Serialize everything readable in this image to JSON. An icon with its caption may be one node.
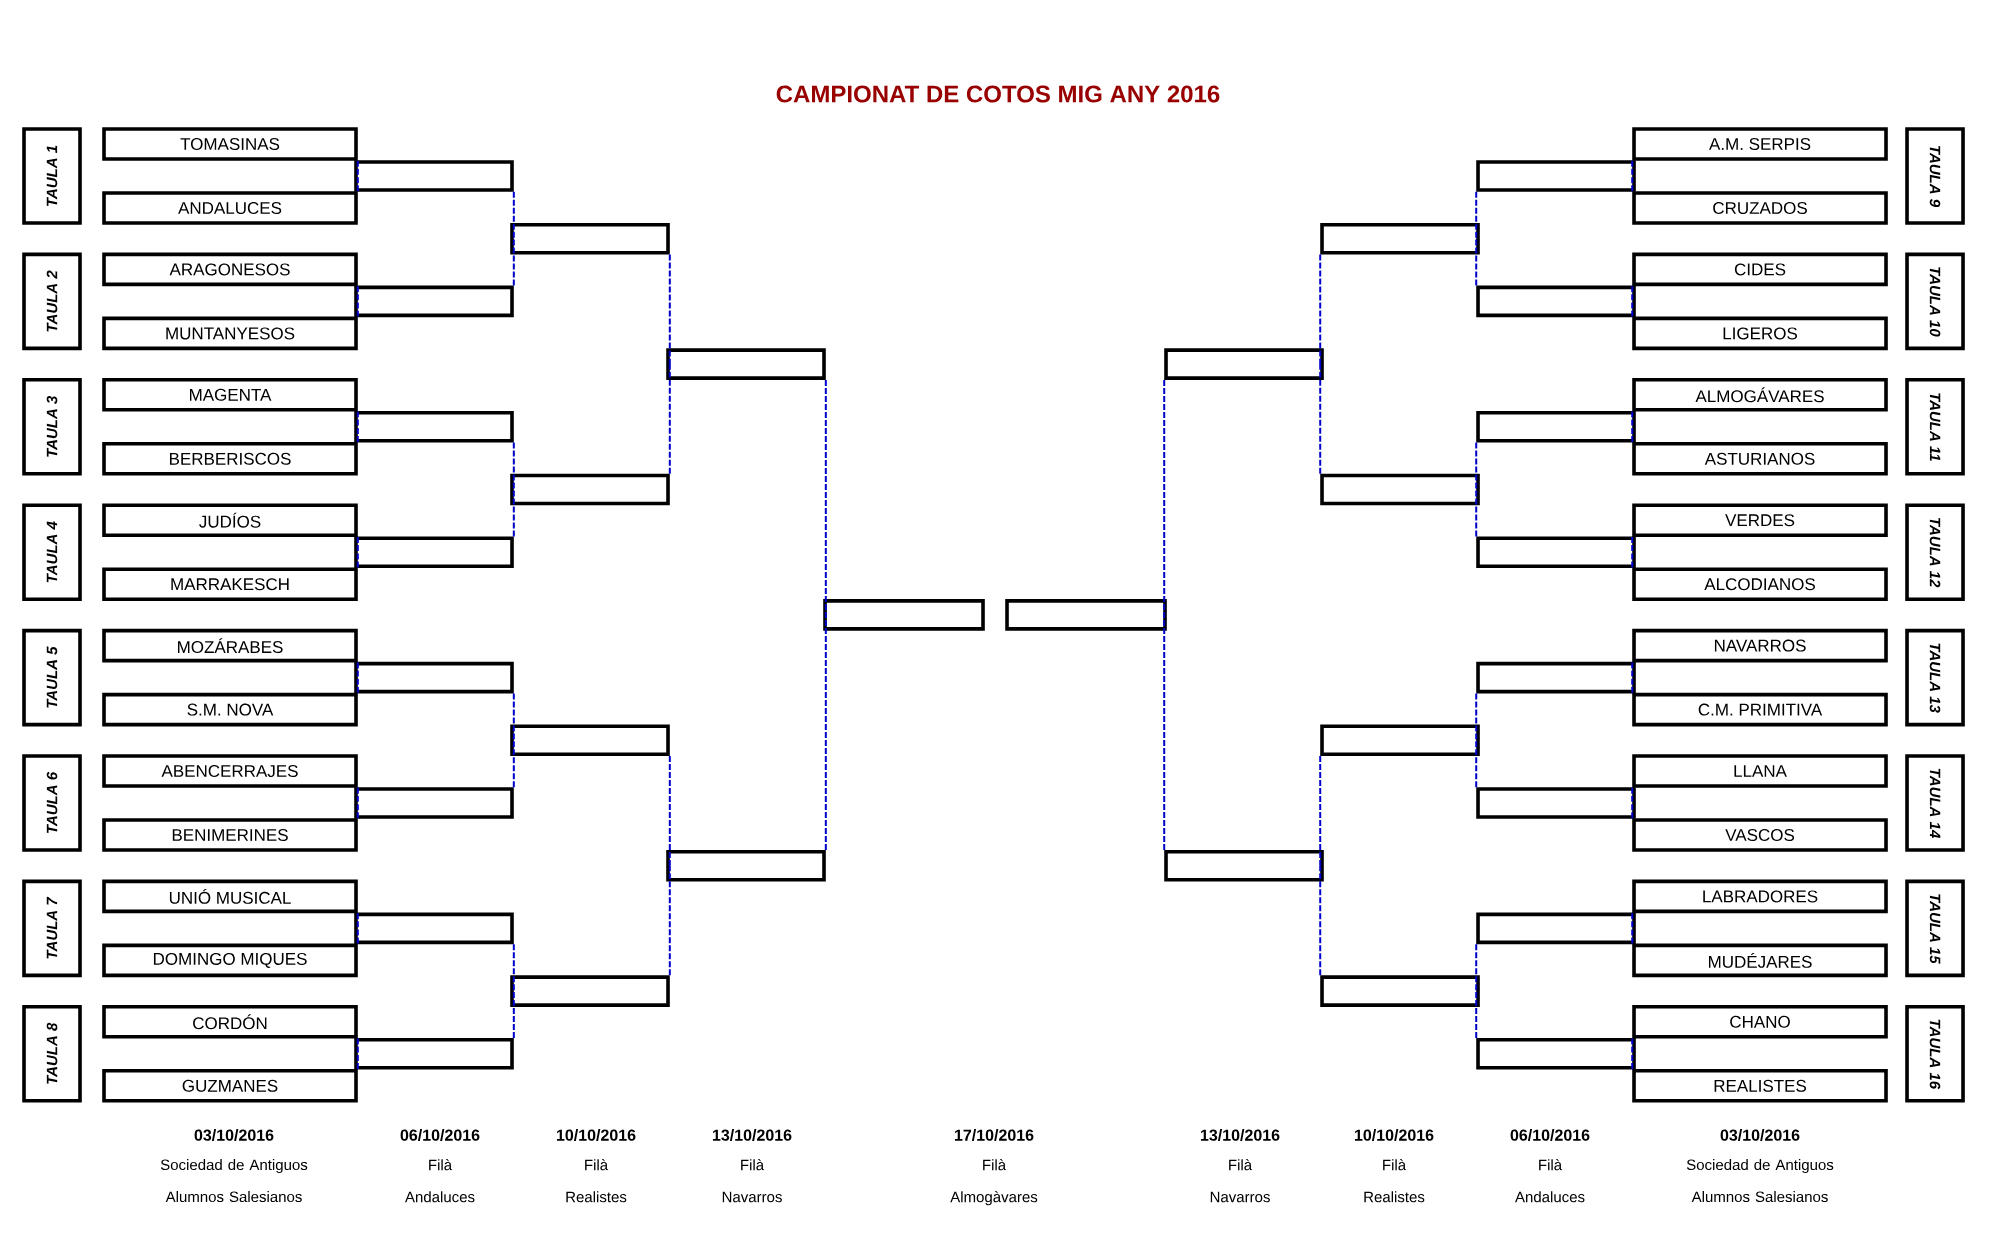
{
  "diagram": {
    "title": "CAMPIONAT DE COTOS MIG ANY 2016",
    "nodes": [
      {
        "text": [
          "TAULA 1"
        ]
      },
      {
        "text": [
          "TAULA 2"
        ]
      },
      {
        "text": [
          "TAULA 3"
        ]
      },
      {
        "text": [
          "TAULA 4"
        ]
      },
      {
        "text": [
          "TAULA 5"
        ]
      },
      {
        "text": [
          "TAULA 6"
        ]
      },
      {
        "text": [
          "TAULA 7"
        ]
      },
      {
        "text": [
          "TAULA 8"
        ]
      },
      {
        "text": [
          "TOMASINAS"
        ]
      },
      {
        "text": [
          "ANDALUCES"
        ]
      },
      {
        "text": [
          "ARAGONESOS"
        ]
      },
      {
        "text": [
          "MUNTANYESOS"
        ]
      },
      {
        "text": [
          "MAGENTA"
        ]
      },
      {
        "text": [
          "BERBERISCOS"
        ]
      },
      {
        "text": [
          "JUDÍOS"
        ]
      },
      {
        "text": [
          "MARRAKESCH"
        ]
      },
      {
        "text": [
          "MOZÁRABES"
        ]
      },
      {
        "text": [
          "S.M. NOVA"
        ]
      },
      {
        "text": [
          "ABENCERRAJES"
        ]
      },
      {
        "text": [
          "BENIMERINES"
        ]
      },
      {
        "text": [
          "UNIÓ MUSICAL"
        ]
      },
      {
        "text": [
          "DOMINGO MIQUES"
        ]
      },
      {
        "text": [
          "CORDÓN"
        ]
      },
      {
        "text": [
          "GUZMANES"
        ]
      },
      {
        "text": [],
        "shape": "box"
      },
      {
        "text": [],
        "shape": "box"
      },
      {
        "text": [],
        "shape": "box"
      },
      {
        "text": [],
        "shape": "box"
      },
      {
        "text": [],
        "shape": "box"
      },
      {
        "text": [],
        "shape": "box"
      },
      {
        "text": [],
        "shape": "box"
      },
      {
        "text": [],
        "shape": "box"
      },
      {
        "text": [],
        "shape": "box"
      },
      {
        "text": [],
        "shape": "box"
      },
      {
        "text": [],
        "shape": "box"
      },
      {
        "text": [],
        "shape": "box"
      },
      {
        "text": [],
        "shape": "box"
      },
      {
        "text": [],
        "shape": "box"
      },
      {
        "text": [],
        "shape": "box"
      },
      {
        "text": [],
        "shape": "box"
      },
      {
        "text": [],
        "shape": "box"
      },
      {
        "text": [],
        "shape": "box"
      },
      {
        "text": [],
        "shape": "box"
      },
      {
        "text": [],
        "shape": "box"
      },
      {
        "text": [],
        "shape": "box"
      },
      {
        "text": [],
        "shape": "box"
      },
      {
        "text": [],
        "shape": "box"
      },
      {
        "text": [],
        "shape": "box"
      },
      {
        "text": [],
        "shape": "box"
      },
      {
        "text": [],
        "shape": "box"
      },
      {
        "text": [],
        "shape": "box"
      },
      {
        "text": [],
        "shape": "box"
      },
      {
        "text": [],
        "shape": "box"
      },
      {
        "text": [],
        "shape": "box"
      },
      {
        "text": [
          "A.M. SERPIS"
        ]
      },
      {
        "text": [
          "CRUZADOS"
        ]
      },
      {
        "text": [
          "CIDES"
        ]
      },
      {
        "text": [
          "LIGEROS"
        ]
      },
      {
        "text": [
          "ALMOGÁVARES"
        ]
      },
      {
        "text": [
          "ASTURIANOS"
        ]
      },
      {
        "text": [
          "VERDES"
        ]
      },
      {
        "text": [
          "ALCODIANOS"
        ]
      },
      {
        "text": [
          "NAVARROS"
        ]
      },
      {
        "text": [
          "C.M. PRIMITIVA"
        ]
      },
      {
        "text": [
          "LLANA"
        ]
      },
      {
        "text": [
          "VASCOS"
        ]
      },
      {
        "text": [
          "LABRADORES"
        ]
      },
      {
        "text": [
          "MUDÉJARES"
        ]
      },
      {
        "text": [
          "CHANO"
        ]
      },
      {
        "text": [
          "REALISTES"
        ]
      },
      {
        "text": [
          "TAULA 9"
        ]
      },
      {
        "text": [
          "TAULA 10"
        ]
      },
      {
        "text": [
          "TAULA 11"
        ]
      },
      {
        "text": [
          "TAULA 12"
        ]
      },
      {
        "text": [
          "TAULA 13"
        ]
      },
      {
        "text": [
          "TAULA 14"
        ]
      },
      {
        "text": [
          "TAULA 15"
        ]
      },
      {
        "text": [
          "TAULA 16"
        ]
      }
    ],
    "edges": [
      {
        "from": 8,
        "to": 24,
        "arrow": "none",
        "style": "dashed",
        "color": "#0000cc"
      },
      {
        "from": 9,
        "to": 24,
        "arrow": "none",
        "style": "dashed",
        "color": "#0000cc"
      },
      {
        "from": 10,
        "to": 25,
        "arrow": "none",
        "style": "dashed",
        "color": "#0000cc"
      },
      {
        "from": 11,
        "to": 25,
        "arrow": "none",
        "style": "dashed",
        "color": "#0000cc"
      },
      {
        "from": 12,
        "to": 26,
        "arrow": "none",
        "style": "dashed",
        "color": "#0000cc"
      },
      {
        "from": 13,
        "to": 26,
        "arrow": "none",
        "style": "dashed",
        "color": "#0000cc"
      },
      {
        "from": 14,
        "to": 27,
        "arrow": "none",
        "style": "dashed",
        "color": "#0000cc"
      },
      {
        "from": 15,
        "to": 27,
        "arrow": "none",
        "style": "dashed",
        "color": "#0000cc"
      },
      {
        "from": 16,
        "to": 28,
        "arrow": "none",
        "style": "dashed",
        "color": "#0000cc"
      },
      {
        "from": 17,
        "to": 28,
        "arrow": "none",
        "style": "dashed",
        "color": "#0000cc"
      },
      {
        "from": 18,
        "to": 29,
        "arrow": "none",
        "style": "dashed",
        "color": "#0000cc"
      },
      {
        "from": 19,
        "to": 29,
        "arrow": "none",
        "style": "dashed",
        "color": "#0000cc"
      },
      {
        "from": 20,
        "to": 30,
        "arrow": "none",
        "style": "dashed",
        "color": "#0000cc"
      },
      {
        "from": 21,
        "to": 30,
        "arrow": "none",
        "style": "dashed",
        "color": "#0000cc"
      },
      {
        "from": 22,
        "to": 31,
        "arrow": "none",
        "style": "dashed",
        "color": "#0000cc"
      },
      {
        "from": 23,
        "to": 31,
        "arrow": "none",
        "style": "dashed",
        "color": "#0000cc"
      },
      {
        "from": 24,
        "to": 32,
        "arrow": "none",
        "style": "dashed",
        "color": "#0000cc"
      },
      {
        "from": 25,
        "to": 32,
        "arrow": "none",
        "style": "dashed",
        "color": "#0000cc"
      },
      {
        "from": 26,
        "to": 33,
        "arrow": "none",
        "style": "dashed",
        "color": "#0000cc"
      },
      {
        "from": 27,
        "to": 33,
        "arrow": "none",
        "style": "dashed",
        "color": "#0000cc"
      },
      {
        "from": 28,
        "to": 34,
        "arrow": "none",
        "style": "dashed",
        "color": "#0000cc"
      },
      {
        "from": 29,
        "to": 34,
        "arrow": "none",
        "style": "dashed",
        "color": "#0000cc"
      },
      {
        "from": 30,
        "to": 35,
        "arrow": "none",
        "style": "dashed",
        "color": "#0000cc"
      },
      {
        "from": 31,
        "to": 35,
        "arrow": "none",
        "style": "dashed",
        "color": "#0000cc"
      },
      {
        "from": 32,
        "to": 36,
        "arrow": "none",
        "style": "dashed",
        "color": "#0000cc"
      },
      {
        "from": 33,
        "to": 36,
        "arrow": "none",
        "style": "dashed",
        "color": "#0000cc"
      },
      {
        "from": 34,
        "to": 37,
        "arrow": "none",
        "style": "dashed",
        "color": "#0000cc"
      },
      {
        "from": 35,
        "to": 37,
        "arrow": "none",
        "style": "dashed",
        "color": "#0000cc"
      },
      {
        "from": 36,
        "to": 38,
        "arrow": "none",
        "style": "dashed",
        "color": "#0000cc"
      },
      {
        "from": 37,
        "to": 38,
        "arrow": "none",
        "style": "dashed",
        "color": "#0000cc"
      },
      {
        "from": 40,
        "to": 39,
        "arrow": "none",
        "style": "dashed",
        "color": "#0000cc"
      },
      {
        "from": 41,
        "to": 39,
        "arrow": "none",
        "style": "dashed",
        "color": "#0000cc"
      },
      {
        "from": 42,
        "to": 40,
        "arrow": "none",
        "style": "dashed",
        "color": "#0000cc"
      },
      {
        "from": 43,
        "to": 40,
        "arrow": "none",
        "style": "dashed",
        "color": "#0000cc"
      },
      {
        "from": 44,
        "to": 41,
        "arrow": "none",
        "style": "dashed",
        "color": "#0000cc"
      },
      {
        "from": 45,
        "to": 41,
        "arrow": "none",
        "style": "dashed",
        "color": "#0000cc"
      },
      {
        "from": 46,
        "to": 42,
        "arrow": "none",
        "style": "dashed",
        "color": "#0000cc"
      },
      {
        "from": 47,
        "to": 42,
        "arrow": "none",
        "style": "dashed",
        "color": "#0000cc"
      },
      {
        "from": 48,
        "to": 43,
        "arrow": "none",
        "style": "dashed",
        "color": "#0000cc"
      },
      {
        "from": 49,
        "to": 43,
        "arrow": "none",
        "style": "dashed",
        "color": "#0000cc"
      },
      {
        "from": 50,
        "to": 44,
        "arrow": "none",
        "style": "dashed",
        "color": "#0000cc"
      },
      {
        "from": 51,
        "to": 44,
        "arrow": "none",
        "style": "dashed",
        "color": "#0000cc"
      },
      {
        "from": 52,
        "to": 45,
        "arrow": "none",
        "style": "dashed",
        "color": "#0000cc"
      },
      {
        "from": 53,
        "to": 45,
        "arrow": "none",
        "style": "dashed",
        "color": "#0000cc"
      },
      {
        "from": 54,
        "to": 46,
        "arrow": "none",
        "style": "dashed",
        "color": "#0000cc"
      },
      {
        "from": 55,
        "to": 46,
        "arrow": "none",
        "style": "dashed",
        "color": "#0000cc"
      },
      {
        "from": 56,
        "to": 47,
        "arrow": "none",
        "style": "dashed",
        "color": "#0000cc"
      },
      {
        "from": 57,
        "to": 47,
        "arrow": "none",
        "style": "dashed",
        "color": "#0000cc"
      },
      {
        "from": 58,
        "to": 48,
        "arrow": "none",
        "style": "dashed",
        "color": "#0000cc"
      },
      {
        "from": 59,
        "to": 48,
        "arrow": "none",
        "style": "dashed",
        "color": "#0000cc"
      },
      {
        "from": 60,
        "to": 49,
        "arrow": "none",
        "style": "dashed",
        "color": "#0000cc"
      },
      {
        "from": 61,
        "to": 49,
        "arrow": "none",
        "style": "dashed",
        "color": "#0000cc"
      },
      {
        "from": 62,
        "to": 50,
        "arrow": "none",
        "style": "dashed",
        "color": "#0000cc"
      },
      {
        "from": 63,
        "to": 50,
        "arrow": "none",
        "style": "dashed",
        "color": "#0000cc"
      },
      {
        "from": 64,
        "to": 51,
        "arrow": "none",
        "style": "dashed",
        "color": "#0000cc"
      },
      {
        "from": 65,
        "to": 51,
        "arrow": "none",
        "style": "dashed",
        "color": "#0000cc"
      },
      {
        "from": 66,
        "to": 52,
        "arrow": "none",
        "style": "dashed",
        "color": "#0000cc"
      },
      {
        "from": 67,
        "to": 52,
        "arrow": "none",
        "style": "dashed",
        "color": "#0000cc"
      },
      {
        "from": 68,
        "to": 53,
        "arrow": "none",
        "style": "dashed",
        "color": "#0000cc"
      },
      {
        "from": 69,
        "to": 53,
        "arrow": "none",
        "style": "dashed",
        "color": "#0000cc"
      }
    ],
    "labels": [
      "03/10/2016",
      "Sociedad de Antiguos Alumnos Salesianos",
      "06/10/2016",
      "Filà Andaluces",
      "10/10/2016",
      "Filà Realistes",
      "13/10/2016",
      "Filà Navarros",
      "17/10/2016",
      "Filà Almogàvares",
      "13/10/2016",
      "Filà Navarros",
      "10/10/2016",
      "Filà Realistes",
      "06/10/2016",
      "Filà Andaluces",
      "03/10/2016",
      "Sociedad de Antiguos Alumnos Salesianos"
    ]
  }
}
